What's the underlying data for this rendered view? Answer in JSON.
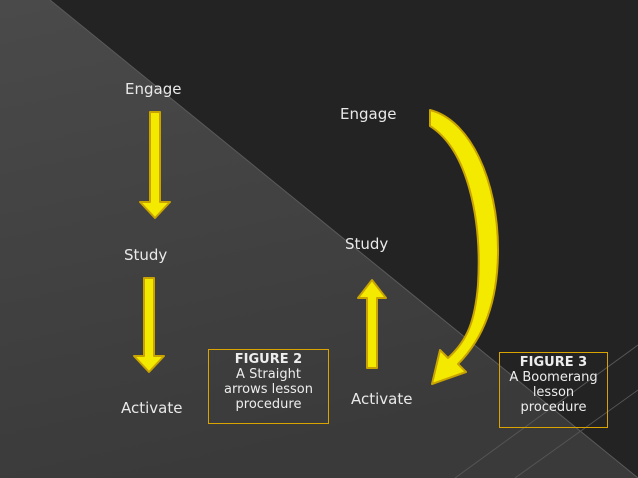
{
  "figure2": {
    "engage": "Engage",
    "study": "Study",
    "activate": "Activate",
    "caption": {
      "title": "FIGURE 2",
      "lines": [
        "A Straight",
        "arrows lesson",
        "procedure"
      ]
    }
  },
  "figure3": {
    "engage": "Engage",
    "study": "Study",
    "activate": "Activate",
    "caption": {
      "title": "FIGURE 3",
      "lines": [
        "A Boomerang",
        "lesson",
        "procedure"
      ]
    }
  },
  "colors": {
    "arrow_fill": "#f4ea00",
    "arrow_stroke": "#c9a400",
    "caption_border": "#d9a400",
    "background": "#262626"
  }
}
